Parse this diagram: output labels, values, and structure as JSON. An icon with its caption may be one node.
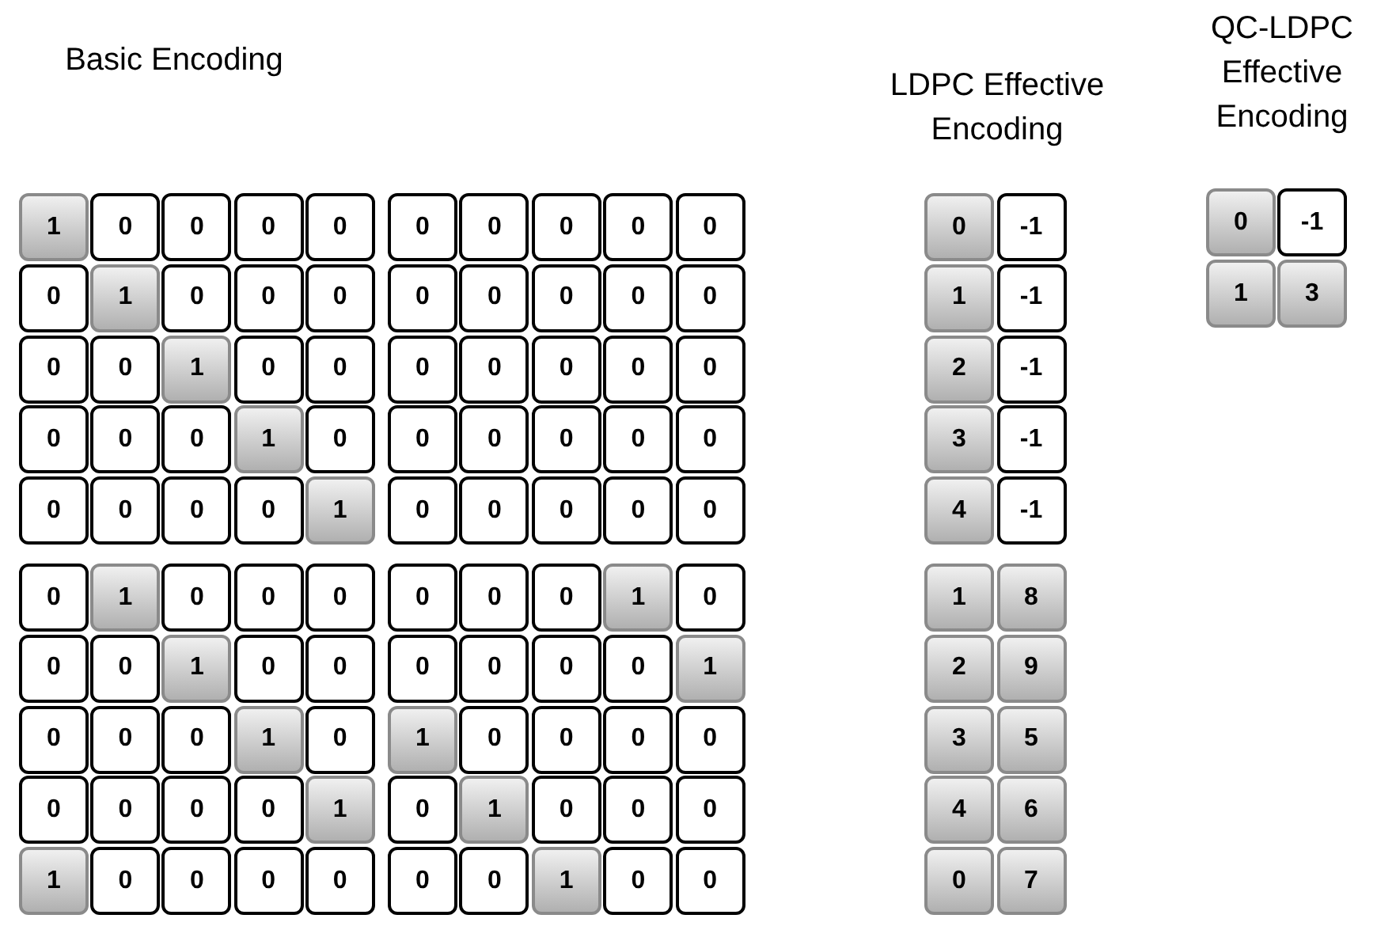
{
  "diagram": {
    "nodes": [
      {
        "text": [
          "1"
        ]
      },
      {
        "text": [
          "0"
        ]
      },
      {
        "text": [
          "0"
        ]
      },
      {
        "text": [
          "0"
        ]
      },
      {
        "text": [
          "0"
        ]
      },
      {
        "text": [
          "0"
        ]
      },
      {
        "text": [
          "0"
        ]
      },
      {
        "text": [
          "0"
        ]
      },
      {
        "text": [
          "0"
        ]
      },
      {
        "text": [
          "0"
        ]
      },
      {
        "text": [
          "0"
        ]
      },
      {
        "text": [
          "1"
        ]
      },
      {
        "text": [
          "0"
        ]
      },
      {
        "text": [
          "0"
        ]
      },
      {
        "text": [
          "0"
        ]
      },
      {
        "text": [
          "0"
        ]
      },
      {
        "text": [
          "0"
        ]
      },
      {
        "text": [
          "0"
        ]
      },
      {
        "text": [
          "0"
        ]
      },
      {
        "text": [
          "0"
        ]
      },
      {
        "text": [
          "0"
        ]
      },
      {
        "text": [
          "0"
        ]
      },
      {
        "text": [
          "1"
        ]
      },
      {
        "text": [
          "0"
        ]
      },
      {
        "text": [
          "0"
        ]
      },
      {
        "text": [
          "0"
        ]
      },
      {
        "text": [
          "0"
        ]
      },
      {
        "text": [
          "0"
        ]
      },
      {
        "text": [
          "0"
        ]
      },
      {
        "text": [
          "0"
        ]
      },
      {
        "text": [
          "0"
        ]
      },
      {
        "text": [
          "0"
        ]
      },
      {
        "text": [
          "0"
        ]
      },
      {
        "text": [
          "1"
        ]
      },
      {
        "text": [
          "0"
        ]
      },
      {
        "text": [
          "0"
        ]
      },
      {
        "text": [
          "0"
        ]
      },
      {
        "text": [
          "0"
        ]
      },
      {
        "text": [
          "0"
        ]
      },
      {
        "text": [
          "0"
        ]
      },
      {
        "text": [
          "0"
        ]
      },
      {
        "text": [
          "0"
        ]
      },
      {
        "text": [
          "0"
        ]
      },
      {
        "text": [
          "0"
        ]
      },
      {
        "text": [
          "1"
        ]
      },
      {
        "text": [
          "0"
        ]
      },
      {
        "text": [
          "0"
        ]
      },
      {
        "text": [
          "0"
        ]
      },
      {
        "text": [
          "0"
        ]
      },
      {
        "text": [
          "0"
        ]
      },
      {
        "text": [
          "0"
        ]
      },
      {
        "text": [
          "1"
        ]
      },
      {
        "text": [
          "0"
        ]
      },
      {
        "text": [
          "0"
        ]
      },
      {
        "text": [
          "0"
        ]
      },
      {
        "text": [
          "0"
        ]
      },
      {
        "text": [
          "0"
        ]
      },
      {
        "text": [
          "0"
        ]
      },
      {
        "text": [
          "1"
        ]
      },
      {
        "text": [
          "0"
        ]
      },
      {
        "text": [
          "0"
        ]
      },
      {
        "text": [
          "0"
        ]
      },
      {
        "text": [
          "1"
        ]
      },
      {
        "text": [
          "0"
        ]
      },
      {
        "text": [
          "0"
        ]
      },
      {
        "text": [
          "0"
        ]
      },
      {
        "text": [
          "0"
        ]
      },
      {
        "text": [
          "0"
        ]
      },
      {
        "text": [
          "0"
        ]
      },
      {
        "text": [
          "1"
        ]
      },
      {
        "text": [
          "0"
        ]
      },
      {
        "text": [
          "0"
        ]
      },
      {
        "text": [
          "0"
        ]
      },
      {
        "text": [
          "1"
        ]
      },
      {
        "text": [
          "0"
        ]
      },
      {
        "text": [
          "1"
        ]
      },
      {
        "text": [
          "0"
        ]
      },
      {
        "text": [
          "0"
        ]
      },
      {
        "text": [
          "0"
        ]
      },
      {
        "text": [
          "0"
        ]
      },
      {
        "text": [
          "0"
        ]
      },
      {
        "text": [
          "0"
        ]
      },
      {
        "text": [
          "0"
        ]
      },
      {
        "text": [
          "0"
        ]
      },
      {
        "text": [
          "1"
        ]
      },
      {
        "text": [
          "0"
        ]
      },
      {
        "text": [
          "1"
        ]
      },
      {
        "text": [
          "0"
        ]
      },
      {
        "text": [
          "0"
        ]
      },
      {
        "text": [
          "0"
        ]
      },
      {
        "text": [
          "1"
        ]
      },
      {
        "text": [
          "0"
        ]
      },
      {
        "text": [
          "0"
        ]
      },
      {
        "text": [
          "0"
        ]
      },
      {
        "text": [
          "0"
        ]
      },
      {
        "text": [
          "0"
        ]
      },
      {
        "text": [
          "0"
        ]
      },
      {
        "text": [
          "1"
        ]
      },
      {
        "text": [
          "0"
        ]
      },
      {
        "text": [
          "0"
        ]
      },
      {
        "text": [
          "0"
        ]
      },
      {
        "text": [
          "-1"
        ]
      },
      {
        "text": [
          "1"
        ]
      },
      {
        "text": [
          "-1"
        ]
      },
      {
        "text": [
          "2"
        ]
      },
      {
        "text": [
          "-1"
        ]
      },
      {
        "text": [
          "3"
        ]
      },
      {
        "text": [
          "-1"
        ]
      },
      {
        "text": [
          "4"
        ]
      },
      {
        "text": [
          "-1"
        ]
      },
      {
        "text": [
          "1"
        ]
      },
      {
        "text": [
          "8"
        ]
      },
      {
        "text": [
          "2"
        ]
      },
      {
        "text": [
          "9"
        ]
      },
      {
        "text": [
          "3"
        ]
      },
      {
        "text": [
          "5"
        ]
      },
      {
        "text": [
          "4"
        ]
      },
      {
        "text": [
          "6"
        ]
      },
      {
        "text": [
          "0"
        ]
      },
      {
        "text": [
          "7"
        ]
      },
      {
        "text": [
          "0"
        ]
      },
      {
        "text": [
          "-1"
        ]
      },
      {
        "text": [
          "1"
        ]
      },
      {
        "text": [
          "3"
        ]
      }
    ],
    "labels": [
      "Basic Encoding",
      "LDPC Effective Encoding",
      "QC-LDPC Effective Encoding"
    ]
  }
}
